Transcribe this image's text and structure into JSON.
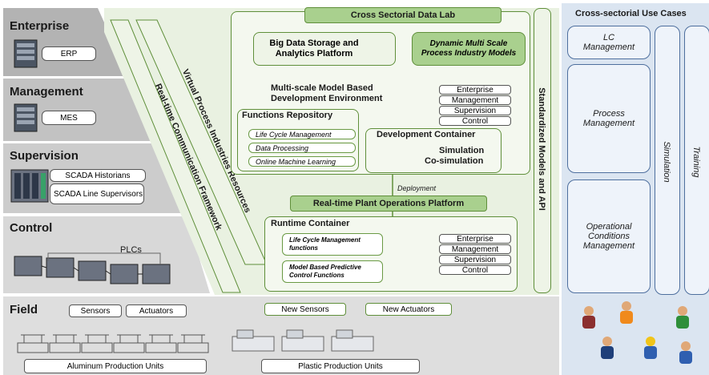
{
  "levels": {
    "enterprise": {
      "title": "Enterprise",
      "item": "ERP"
    },
    "management": {
      "title": "Management",
      "item": "MES"
    },
    "supervision": {
      "title": "Supervision",
      "items": [
        "SCADA Historians",
        "SCADA Line Supervisors"
      ]
    },
    "control": {
      "title": "Control",
      "item": "PLCs"
    },
    "field": {
      "title": "Field",
      "items": [
        "Sensors",
        "Actuators"
      ],
      "new_items": [
        "New Sensors",
        "New Actuators"
      ],
      "units": [
        "Aluminum Production Units",
        "Plastic Production Units"
      ]
    }
  },
  "frameworks": {
    "realtime_comm": "Real-time Communication Framework",
    "virtual_resources": "Virtual Process Industries Resources",
    "standardized_api": "Standardized Models and API"
  },
  "data_lab": {
    "title": "Cross Sectorial Data Lab",
    "big_data": "Big Data Storage and Analytics Platform",
    "dynamic_models": "Dynamic Multi Scale Process Industry Models",
    "multiscale": "Multi-scale Model Based Development Environment",
    "levels": [
      "Enterprise",
      "Management",
      "Supervision",
      "Control"
    ],
    "functions_repo": {
      "title": "Functions Repository",
      "items": [
        "Life Cycle Management",
        "Data Processing",
        "Online Machine Learning"
      ]
    },
    "dev_container": {
      "title": "Development Container",
      "lines": [
        "Simulation",
        "Co-simulation"
      ]
    }
  },
  "deployment": "Deployment",
  "plant_platform": {
    "title": "Real-time Plant Operations Platform",
    "runtime": {
      "title": "Runtime Container",
      "items": [
        "Life Cycle Management functions",
        "Model Based Predictive Control Functions"
      ],
      "levels": [
        "Enterprise",
        "Management",
        "Supervision",
        "Control"
      ]
    }
  },
  "use_cases": {
    "title": "Cross-sectorial  Use Cases",
    "items": [
      "LC Management",
      "Process Management",
      "Operational Conditions Management"
    ],
    "simulation": "Simulation",
    "training": "Training"
  }
}
